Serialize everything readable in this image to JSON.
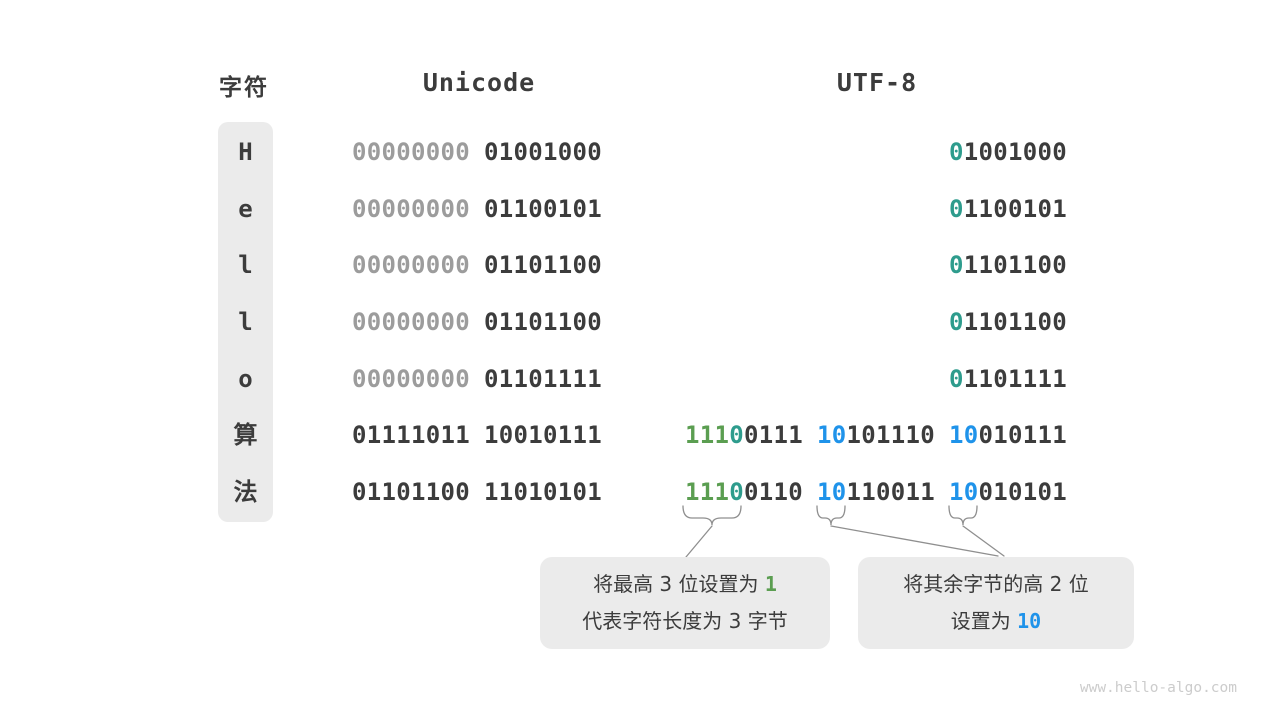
{
  "header": {
    "char": "字符",
    "unicode": "Unicode",
    "utf8": "UTF-8"
  },
  "rows": [
    {
      "char": "H",
      "u1": "00000000",
      "u2": "01001000",
      "t_lead": "0",
      "t_rest": "1001000"
    },
    {
      "char": "e",
      "u1": "00000000",
      "u2": "01100101",
      "t_lead": "0",
      "t_rest": "1100101"
    },
    {
      "char": "l",
      "u1": "00000000",
      "u2": "01101100",
      "t_lead": "0",
      "t_rest": "1101100"
    },
    {
      "char": "l",
      "u1": "00000000",
      "u2": "01101100",
      "t_lead": "0",
      "t_rest": "1101100"
    },
    {
      "char": "o",
      "u1": "00000000",
      "u2": "01101111",
      "t_lead": "0",
      "t_rest": "1101111"
    },
    {
      "char": "算",
      "u1": "01111011",
      "u2": "10010111",
      "m1p": "111",
      "m1z": "0",
      "m1r": "0111",
      "m2p": "10",
      "m2r": "101110",
      "m3p": "10",
      "m3r": "010111"
    },
    {
      "char": "法",
      "u1": "01101100",
      "u2": "11010101",
      "m1p": "111",
      "m1z": "0",
      "m1r": "0110",
      "m2p": "10",
      "m2r": "110011",
      "m3p": "10",
      "m3r": "010101"
    }
  ],
  "callouts": {
    "left": {
      "l1a": "将最高 3 位设置为 ",
      "l1b": "1",
      "l2": "代表字符长度为 3 字节"
    },
    "right": {
      "l1": "将其余字节的高 2 位",
      "l2a": "设置为 ",
      "l2b": "10"
    }
  },
  "watermark": "www.hello-algo.com",
  "colors": {
    "accent_green": "#5b9e51",
    "accent_teal": "#2e9c8d",
    "accent_blue": "#1f93ea",
    "text_dark": "#3c3c3c",
    "text_gray": "#9c9c9c",
    "panel_gray": "#ebebeb",
    "watermark_gray": "#cccccc"
  }
}
